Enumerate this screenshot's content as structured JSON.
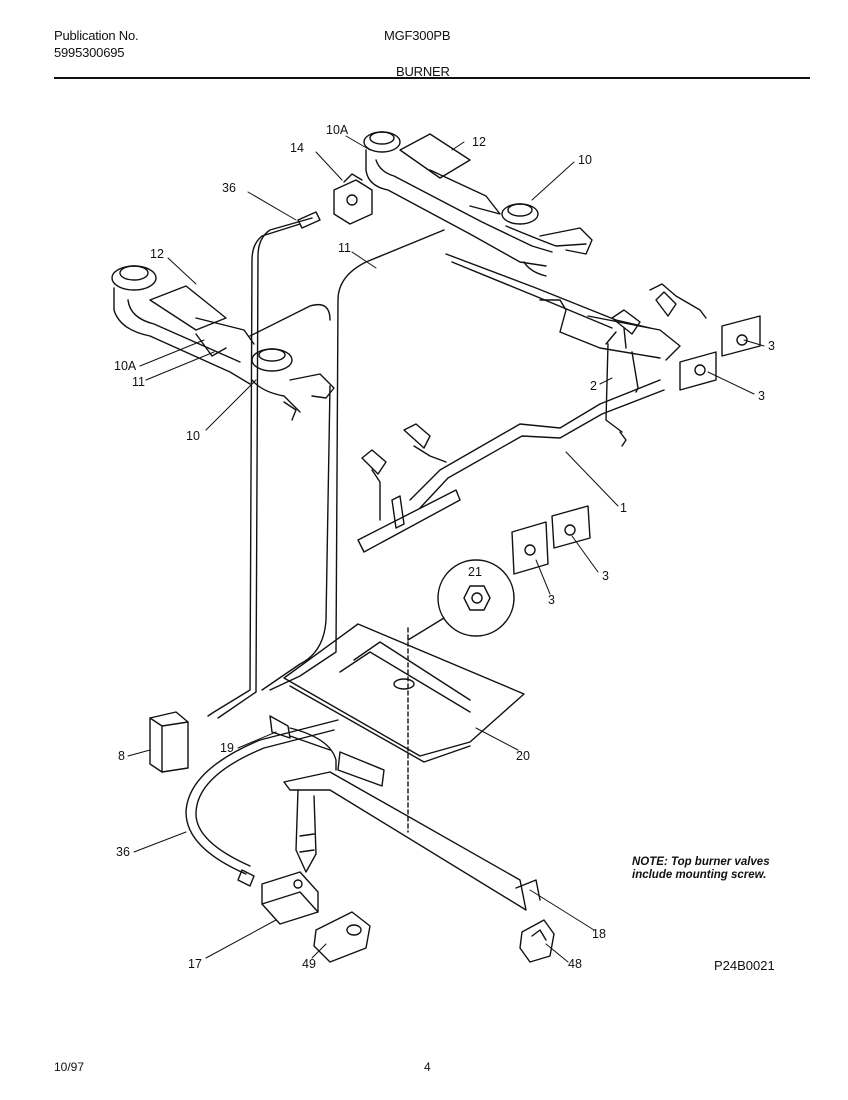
{
  "header": {
    "publication_label": "Publication No.",
    "publication_number": "5995300695",
    "model": "MGF300PB",
    "section": "BURNER"
  },
  "callouts": [
    "10A",
    "12",
    "14",
    "36",
    "10",
    "11",
    "12",
    "10A",
    "11",
    "10",
    "3",
    "2",
    "3",
    "1",
    "3",
    "3",
    "21",
    "20",
    "8",
    "19",
    "36",
    "17",
    "49",
    "18",
    "48"
  ],
  "note": {
    "line1": "NOTE: Top burner valves",
    "line2": "include mounting screw."
  },
  "diagram_code": "P24B0021",
  "footer": {
    "date": "10/97",
    "page": "4"
  }
}
